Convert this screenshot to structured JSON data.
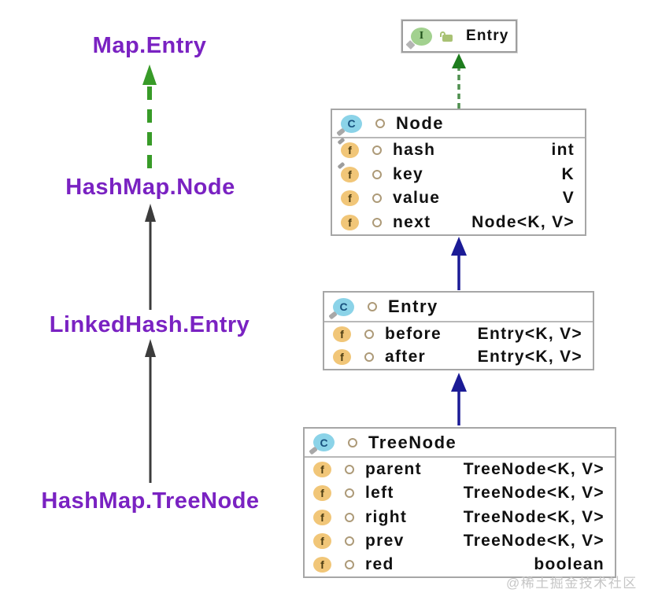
{
  "left_panel": {
    "labels": [
      {
        "text": "Map.Entry"
      },
      {
        "text": "HashMap.Node"
      },
      {
        "text": "LinkedHash.Entry"
      },
      {
        "text": "HashMap.TreeNode"
      }
    ],
    "relations": [
      {
        "from": "HashMap.Node",
        "to": "Map.Entry",
        "kind": "implements",
        "style": "green-dashed"
      },
      {
        "from": "LinkedHash.Entry",
        "to": "HashMap.Node",
        "kind": "extends",
        "style": "black-solid"
      },
      {
        "from": "HashMap.TreeNode",
        "to": "LinkedHash.Entry",
        "kind": "extends",
        "style": "black-solid"
      }
    ]
  },
  "diagram": {
    "interface_box": {
      "title": "Entry",
      "kind_letter": "I"
    },
    "classes": [
      {
        "title": "Node",
        "kind_letter": "C",
        "fields": [
          {
            "name": "hash",
            "type": "int"
          },
          {
            "name": "key",
            "type": "K"
          },
          {
            "name": "value",
            "type": "V"
          },
          {
            "name": "next",
            "type": "Node<K, V>"
          }
        ]
      },
      {
        "title": "Entry",
        "kind_letter": "C",
        "fields": [
          {
            "name": "before",
            "type": "Entry<K, V>"
          },
          {
            "name": "after",
            "type": "Entry<K, V>"
          }
        ]
      },
      {
        "title": "TreeNode",
        "kind_letter": "C",
        "fields": [
          {
            "name": "parent",
            "type": "TreeNode<K, V>"
          },
          {
            "name": "left",
            "type": "TreeNode<K, V>"
          },
          {
            "name": "right",
            "type": "TreeNode<K, V>"
          },
          {
            "name": "prev",
            "type": "TreeNode<K, V>"
          },
          {
            "name": "red",
            "type": "boolean"
          }
        ]
      }
    ],
    "relations": [
      {
        "from": "Node",
        "to": "Entry(interface)",
        "kind": "implements",
        "style": "green-dashed"
      },
      {
        "from": "Entry",
        "to": "Node",
        "kind": "extends",
        "style": "navy-solid"
      },
      {
        "from": "TreeNode",
        "to": "Entry",
        "kind": "extends",
        "style": "navy-solid"
      }
    ],
    "field_icon_letter": "f"
  },
  "watermark": "@稀土掘金技术社区",
  "colors": {
    "label_purple": "#7a22c2",
    "implements_green": "#2e8b22",
    "implements_dash_green": "#4f8f4f",
    "extends_navy": "#1b1b96",
    "extends_black": "#3c3c3c",
    "box_border_gray": "#a6a6a6",
    "class_icon_blue": "#8bd3e8",
    "interface_icon_green": "#a2d18f",
    "field_icon_tan": "#f1c678"
  }
}
